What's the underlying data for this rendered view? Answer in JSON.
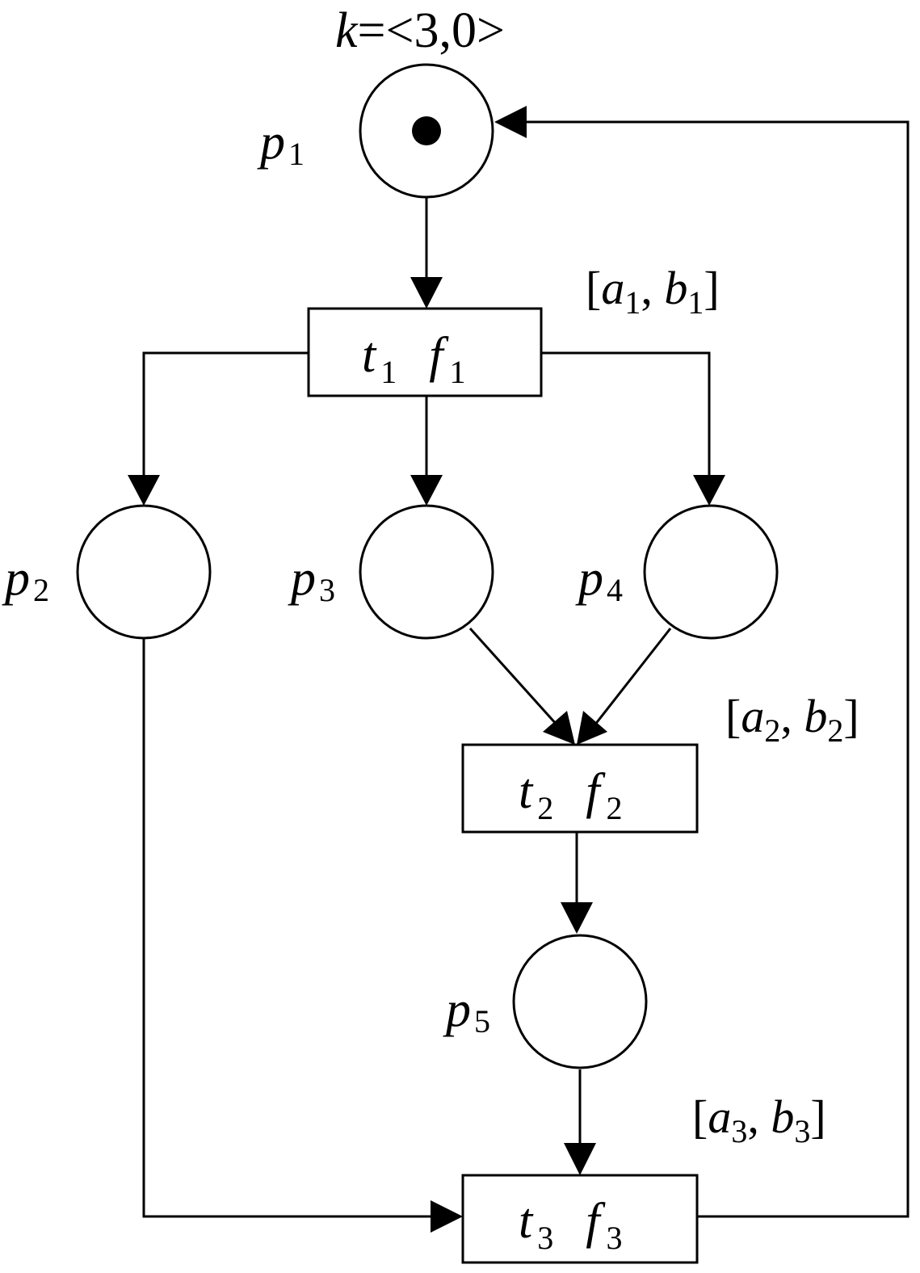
{
  "marking": {
    "var": "k",
    "rest": "=<3,0>"
  },
  "places": [
    {
      "id": "p1",
      "base": "p",
      "sub": "1",
      "tokens": 1
    },
    {
      "id": "p2",
      "base": "p",
      "sub": "2",
      "tokens": 0
    },
    {
      "id": "p3",
      "base": "p",
      "sub": "3",
      "tokens": 0
    },
    {
      "id": "p4",
      "base": "p",
      "sub": "4",
      "tokens": 0
    },
    {
      "id": "p5",
      "base": "p",
      "sub": "5",
      "tokens": 0
    }
  ],
  "transitions": [
    {
      "id": "t1",
      "t": "t",
      "t_sub": "1",
      "f": "f",
      "f_sub": "1",
      "interval": {
        "a": "a",
        "a_sub": "1",
        "b": "b",
        "b_sub": "1"
      }
    },
    {
      "id": "t2",
      "t": "t",
      "t_sub": "2",
      "f": "f",
      "f_sub": "2",
      "interval": {
        "a": "a",
        "a_sub": "2",
        "b": "b",
        "b_sub": "2"
      }
    },
    {
      "id": "t3",
      "t": "t",
      "t_sub": "3",
      "f": "f",
      "f_sub": "3",
      "interval": {
        "a": "a",
        "a_sub": "3",
        "b": "b",
        "b_sub": "3"
      }
    }
  ],
  "arcs": [
    {
      "from": "p1",
      "to": "t1"
    },
    {
      "from": "t1",
      "to": "p2"
    },
    {
      "from": "t1",
      "to": "p3"
    },
    {
      "from": "t1",
      "to": "p4"
    },
    {
      "from": "p3",
      "to": "t2"
    },
    {
      "from": "p4",
      "to": "t2"
    },
    {
      "from": "t2",
      "to": "p5"
    },
    {
      "from": "p5",
      "to": "t3"
    },
    {
      "from": "p2",
      "to": "t3"
    },
    {
      "from": "t3",
      "to": "p1"
    }
  ]
}
